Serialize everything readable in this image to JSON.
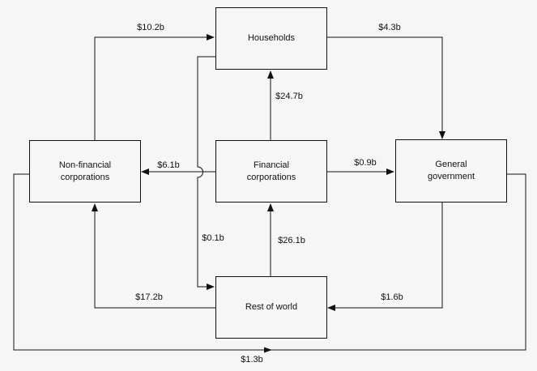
{
  "diagram": {
    "background_color": "#f6f6f6",
    "line_color": "#111111"
  },
  "nodes": {
    "households": {
      "label": "Households"
    },
    "non_financial_corporations": {
      "label": "Non-financial\ncorporations"
    },
    "financial_corporations": {
      "label": "Financial\ncorporations"
    },
    "general_government": {
      "label": "General\ngovernment"
    },
    "rest_of_world": {
      "label": "Rest of world"
    }
  },
  "flows": [
    {
      "from": "non_financial_corporations",
      "to": "households",
      "amount": "$10.2b"
    },
    {
      "from": "households",
      "to": "general_government",
      "amount": "$4.3b"
    },
    {
      "from": "financial_corporations",
      "to": "households",
      "amount": "$24.7b"
    },
    {
      "from": "households",
      "to": "rest_of_world",
      "amount": "$0.1b"
    },
    {
      "from": "financial_corporations",
      "to": "non_financial_corporations",
      "amount": "$6.1b"
    },
    {
      "from": "financial_corporations",
      "to": "general_government",
      "amount": "$0.9b"
    },
    {
      "from": "rest_of_world",
      "to": "financial_corporations",
      "amount": "$26.1b"
    },
    {
      "from": "rest_of_world",
      "to": "non_financial_corporations",
      "amount": "$17.2b"
    },
    {
      "from": "general_government",
      "to": "rest_of_world",
      "amount": "$1.6b"
    },
    {
      "from": "non_financial_corporations",
      "to": "general_government",
      "amount": "$1.3b"
    }
  ]
}
